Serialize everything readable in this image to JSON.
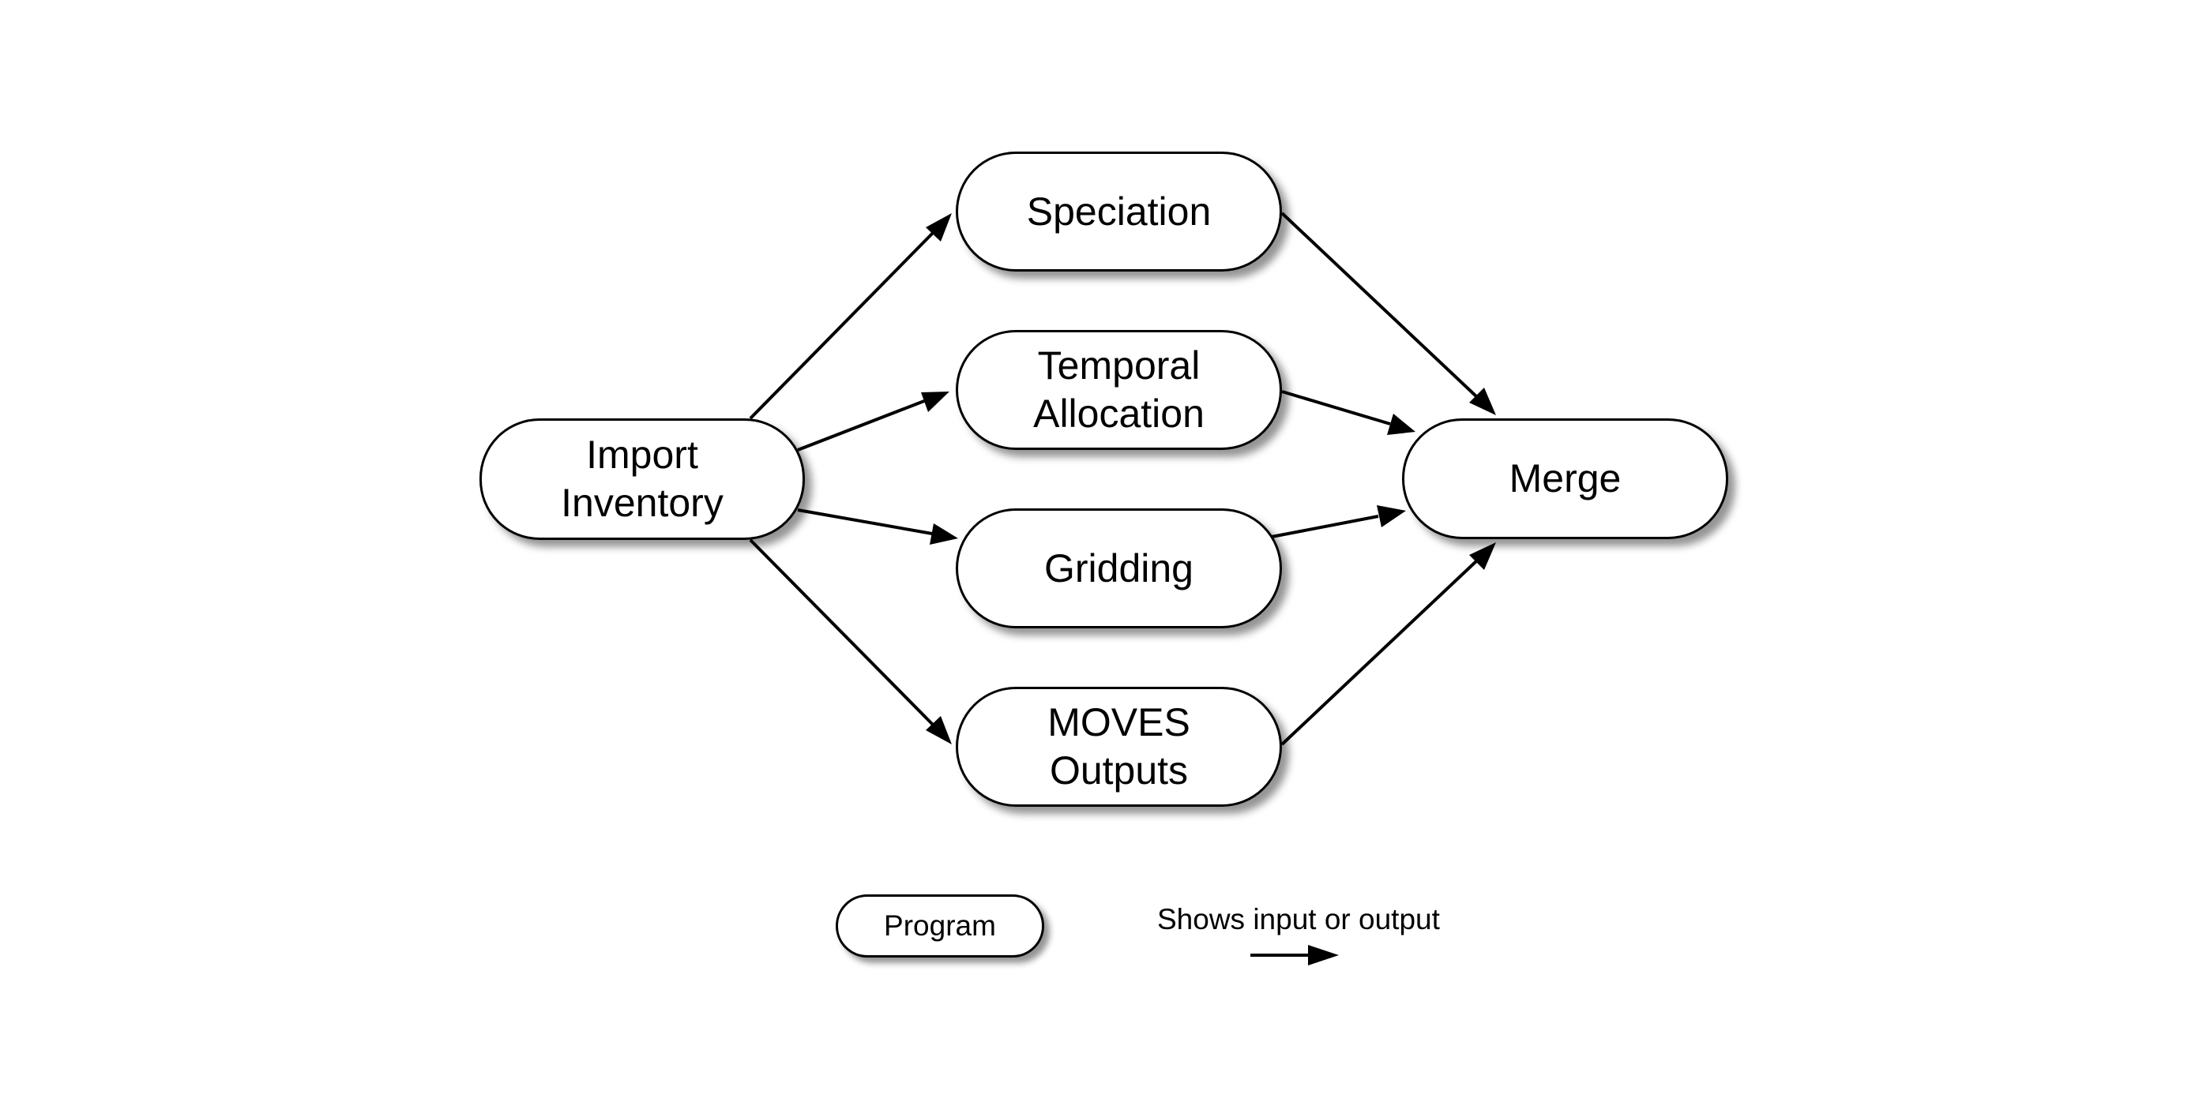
{
  "nodes": {
    "import_inventory": "Import\nInventory",
    "speciation": "Speciation",
    "temporal_allocation": "Temporal\nAllocation",
    "gridding": "Gridding",
    "moves_outputs": "MOVES\nOutputs",
    "merge": "Merge"
  },
  "legend": {
    "program_label": "Program",
    "arrow_label": "Shows input or output"
  },
  "edges": [
    {
      "from": "Import Inventory",
      "to": "Speciation"
    },
    {
      "from": "Import Inventory",
      "to": "Temporal Allocation"
    },
    {
      "from": "Import Inventory",
      "to": "Gridding"
    },
    {
      "from": "Import Inventory",
      "to": "MOVES Outputs"
    },
    {
      "from": "Speciation",
      "to": "Merge"
    },
    {
      "from": "Temporal Allocation",
      "to": "Merge"
    },
    {
      "from": "Gridding",
      "to": "Merge"
    },
    {
      "from": "MOVES Outputs",
      "to": "Merge"
    }
  ],
  "colors": {
    "stroke": "#000000",
    "fill": "#ffffff"
  }
}
